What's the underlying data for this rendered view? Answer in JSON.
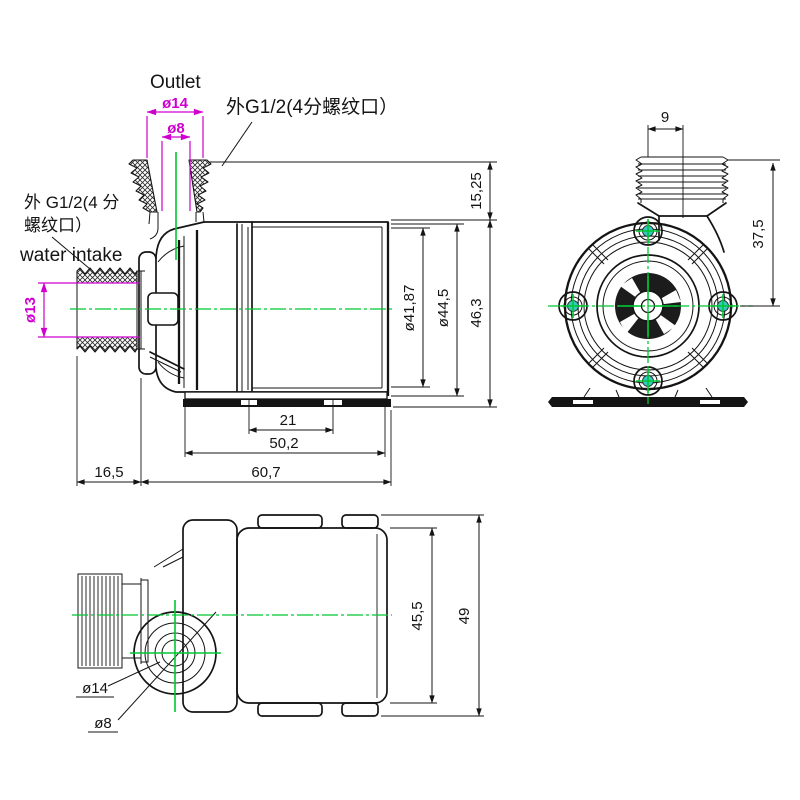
{
  "title": "Brushless water pump dimensional drawing",
  "labels": {
    "outlet": "Outlet",
    "outlet_thread": "外G1/2(4分螺纹口）",
    "intake_thread_line1": "外 G1/2(4 分",
    "intake_thread_line2": "螺纹口）",
    "water_intake": "water intake"
  },
  "main_view": {
    "outlet_od": "ø14",
    "outlet_id": "ø8",
    "intake_id": "ø13",
    "outlet_height": "15,25",
    "stator_inner_dia": "ø41,87",
    "body_outer_dia": "ø44,5",
    "total_height": "46,3",
    "slot_spacing": "21",
    "base_length": "50,2",
    "body_length": "60,7",
    "intake_length": "16,5"
  },
  "front_view": {
    "outlet_offset": "9",
    "outlet_center_height": "37,5"
  },
  "bottom_view": {
    "body_width": "45,5",
    "total_width": "49",
    "port_od": "ø14",
    "port_id": "ø8"
  },
  "colors": {
    "line": "#141414",
    "dimension_magenta": "#cf00cf",
    "centerline_green": "#00c832",
    "boss_teal": "#36c9c3"
  }
}
